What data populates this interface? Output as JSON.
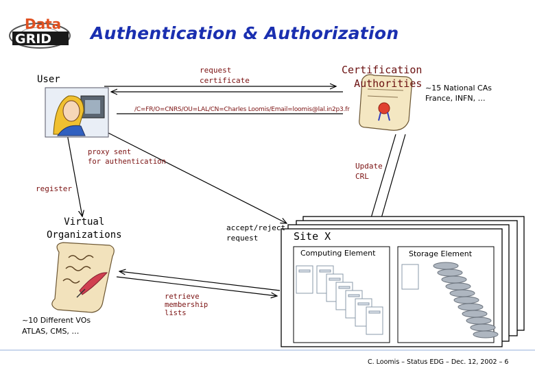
{
  "slide": {
    "title": "Authentication & Authorization",
    "logo": {
      "top": "Data",
      "bottom": "GRID"
    },
    "footer": "C. Loomis – Status EDG – Dec. 12, 2002 – 6"
  },
  "user": {
    "label": "User"
  },
  "request_certificate": {
    "line1": "request",
    "line2": "certificate"
  },
  "ca": {
    "line1": "Certification",
    "line2": "Authorities",
    "note1": "~15 National CAs",
    "note2": "France, INFN, …"
  },
  "dn": "/C=FR/O=CNRS/OU=LAL/CN=Charles Loomis/Email=loomis@lal.in2p3.fr",
  "proxy": {
    "line1": "proxy sent",
    "line2": "for authentication"
  },
  "update_crl": {
    "line1": "Update",
    "line2": "CRL"
  },
  "register": "register",
  "vo": {
    "line1": "Virtual",
    "line2": "Organizations",
    "note1": "~10 Different VOs",
    "note2": "ATLAS, CMS, …"
  },
  "accept": {
    "line1": "accept/reject",
    "line2": "request"
  },
  "site": {
    "label": "Site X",
    "computing_element": "Computing Element",
    "storage_element": "Storage Element"
  },
  "retrieve": {
    "line1": "retrieve",
    "line2": "membership",
    "line3": "lists"
  },
  "colors": {
    "title": "#1a2fb0",
    "annotation": "#7a1010",
    "logo_data": "#e05020"
  },
  "icons": [
    "user-at-computer-icon",
    "certificate-scroll-icon",
    "vo-scroll-quill-icon",
    "computing-element-server-icon",
    "storage-element-disk-icon"
  ]
}
